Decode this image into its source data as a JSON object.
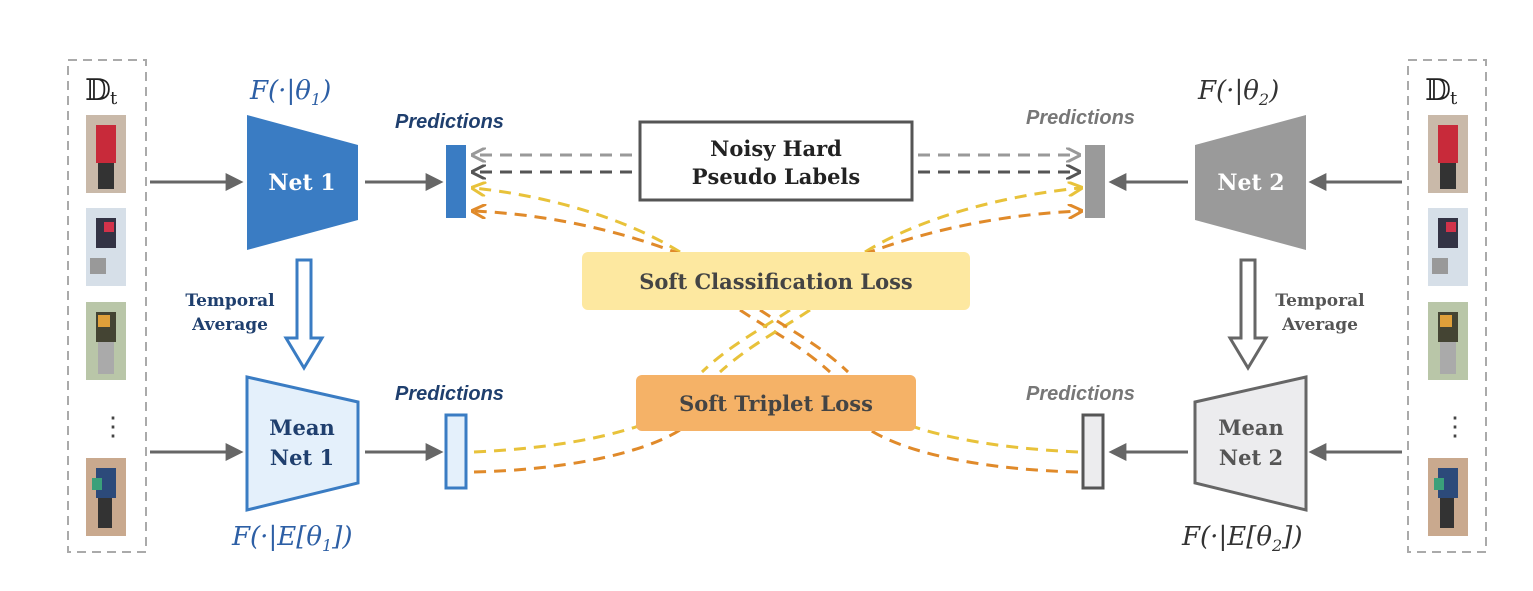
{
  "dataset": {
    "left_label": "𝔻",
    "left_sub": "t",
    "right_label": "𝔻",
    "right_sub": "t",
    "ellipsis": "⋮"
  },
  "net1": {
    "label": "Net 1",
    "param_prefix": "F(·|θ",
    "param_sub": "1",
    "param_suffix": ")",
    "mean_label_line1": "Mean",
    "mean_label_line2": "Net 1",
    "mean_param_prefix": "F(·|E[θ",
    "mean_param_sub": "1",
    "mean_param_suffix": "])",
    "temporal_line1": "Temporal",
    "temporal_line2": "Average",
    "color": "#3a7cc3"
  },
  "net2": {
    "label": "Net 2",
    "param_prefix": "F(·|θ",
    "param_sub": "2",
    "param_suffix": ")",
    "mean_label_line1": "Mean",
    "mean_label_line2": "Net 2",
    "mean_param_prefix": "F(·|E[θ",
    "mean_param_sub": "2",
    "mean_param_suffix": "])",
    "temporal_line1": "Temporal",
    "temporal_line2": "Average",
    "color": "#9a9a9a"
  },
  "predictions": {
    "top_left": "Predictions",
    "top_right": "Predictions",
    "bottom_left": "Predictions",
    "bottom_right": "Predictions"
  },
  "center": {
    "noisy_line1": "Noisy Hard",
    "noisy_line2": "Pseudo Labels",
    "soft_cls": "Soft Classification Loss",
    "soft_triplet": "Soft Triplet Loss",
    "soft_cls_color": "#fde8a0",
    "soft_triplet_color": "#f5b267"
  }
}
